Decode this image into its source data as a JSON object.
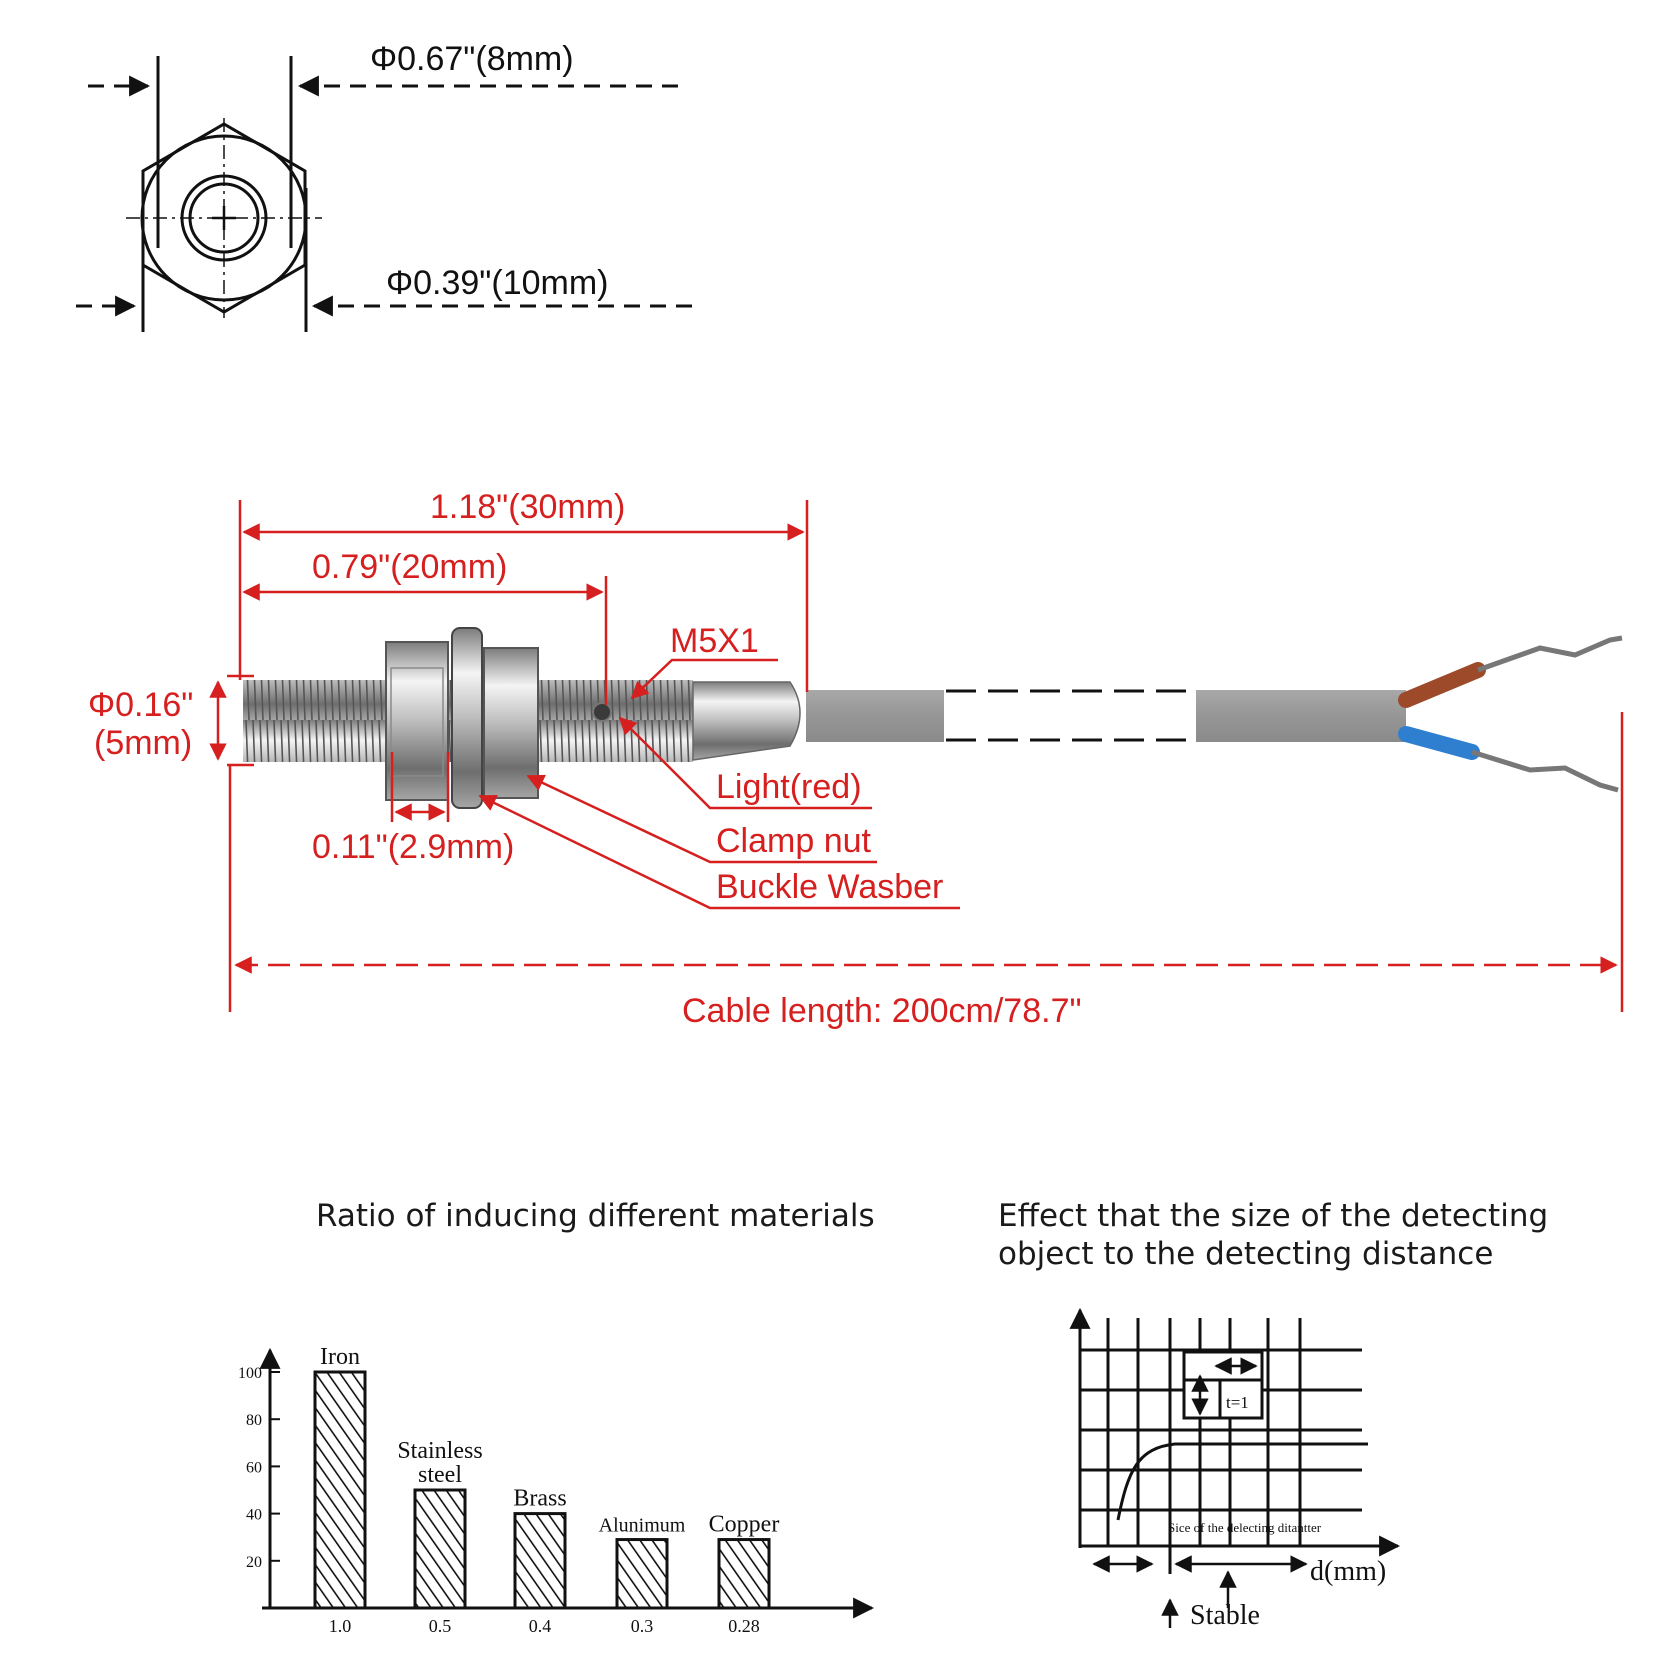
{
  "top_view": {
    "outer_dia_label": "Φ0.67\"(8mm)",
    "inner_dia_label": "Φ0.39\"(10mm)"
  },
  "side_view": {
    "total_length_label": "1.18\"(30mm)",
    "thread_length_label": "0.79\"(20mm)",
    "thread_spec_label": "M5X1",
    "diameter_label_line1": "Φ0.16\"",
    "diameter_label_line2": "(5mm)",
    "nut_thickness_label": "0.11\"(2.9mm)",
    "callouts": [
      "Light(red)",
      "Clamp nut",
      "Buckle Wasber"
    ],
    "cable_length_label": "Cable length: 200cm/78.7\"",
    "colors": {
      "dimension": "#d61f1f",
      "cable": "#9a9a9a",
      "wire_brown": "#9c4a2a",
      "wire_blue": "#2f7fd0"
    }
  },
  "chart_left": {
    "title": "Ratio of inducing different materials",
    "chart_data": {
      "type": "bar",
      "categories": [
        "Iron",
        "Stainless steel",
        "Brass",
        "Alunimum",
        "Copper"
      ],
      "category_label_lines": [
        [
          "Iron"
        ],
        [
          "Stainless",
          "steel"
        ],
        [
          "Brass"
        ],
        [
          "Alunimum"
        ],
        [
          "Copper"
        ]
      ],
      "ratio_labels": [
        "1.0",
        "0.5",
        "0.4",
        "0.3",
        "0.28"
      ],
      "values": [
        100,
        50,
        40,
        29,
        29
      ],
      "y_ticks": [
        "20",
        "40",
        "60",
        "80",
        "100"
      ],
      "ylim": [
        0,
        110
      ],
      "fill": "hatched"
    }
  },
  "chart_right": {
    "title_line1": "Effect that the size of the detecting",
    "title_line2": "object to the detecting distance",
    "inset_label": "t=1",
    "curve_label": "Sice of the delecting ditantter",
    "x_axis_label": "d(mm)",
    "stable_label": "Stable"
  }
}
